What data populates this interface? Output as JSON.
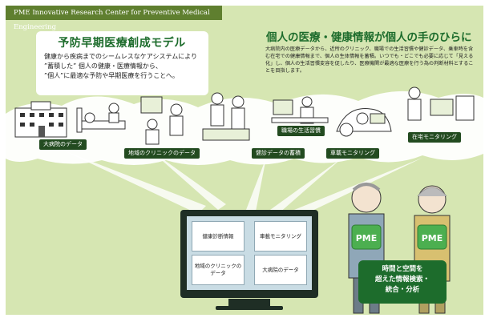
{
  "brand": "PME Innovative Research Center for Preventive Medical Engineering",
  "left_panel": {
    "title": "予防早期医療創成モデル",
    "desc_line1": "健康から疾病までのシームレスなケアシステムにより",
    "desc_line2": "”蓄積した” 個人の健康・医療情報から、",
    "desc_line3": "”個人”に最適な予防や早期医療を行うことへ。"
  },
  "right_panel": {
    "title": "個人の医療・健康情報が個人の手のひらに",
    "desc": "大病院内の医療データから、近所のクリニック、職場での生活習慣や健診データ、乗車時を含む在宅での健康情報まで、個人の生体情報を蓄積。いつでも・どこでも必要に応じて「見える化」し、個人の生活習慣変容を促したり、医療機関が最適な医療を行う為の判断材料とすることを目指します。"
  },
  "labels": {
    "hospital": "大病院のデータ",
    "clinic": "地域のクリニックのデータ",
    "checkup": "健診データの蓄積",
    "workplace": "職場の生活習慣",
    "car": "車載モニタリング",
    "home": "在宅モニタリング"
  },
  "monitor": {
    "cell1": "健康診断情報",
    "cell2": "車載モニタリング",
    "cell3": "地域のクリニックのデータ",
    "cell4": "大病院のデータ"
  },
  "badge": {
    "line1": "時間と空間を",
    "line2": "超えた情報検索・",
    "line3": "統合・分析"
  },
  "pme_logo": "PME",
  "colors": {
    "background": "#d6e6b2",
    "brand_bar": "#5f7f2f",
    "accent_green": "#1d6c2c",
    "label_dark": "#234b20"
  }
}
